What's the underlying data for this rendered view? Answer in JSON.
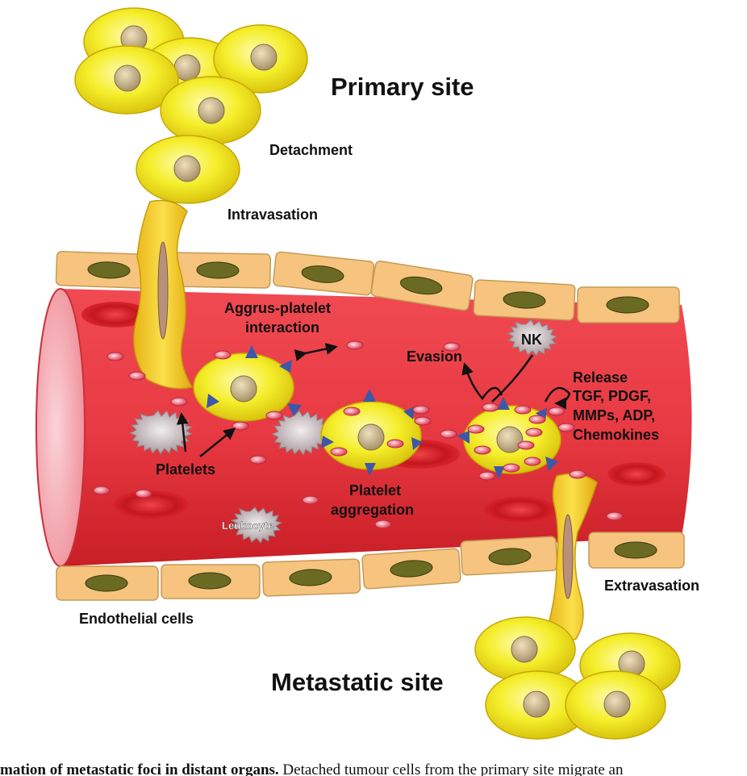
{
  "labels": {
    "primary_site": "Primary site",
    "detachment": "Detachment",
    "intravasation": "Intravasation",
    "aggrus_line1": "Aggrus-platelet",
    "aggrus_line2": "interaction",
    "nk": "NK",
    "evasion": "Evasion",
    "release_lines": [
      "Release",
      "TGF, PDGF,",
      "MMPs, ADP,",
      "Chemokines"
    ],
    "platelets": "Platelets",
    "platelet_aggregation_line1": "Platelet",
    "platelet_aggregation_line2": "aggregation",
    "leukocyte": "Leukocyte",
    "extravasation": "Extravasation",
    "endothelial_cells": "Endothelial cells",
    "metastatic_site": "Metastatic site"
  },
  "caption": {
    "bold": "mation of metastatic foci in distant organs.",
    "rest": " Detached tumour cells from the primary site migrate an"
  },
  "colors": {
    "tumour_cell": "#f3ec1e",
    "nucleus": "#c9b487",
    "vessel": "#e8343a",
    "vessel_lumen_light": "#f7a7ae",
    "red_blood_cell": "#d81e23",
    "endothelial": "#f6c47e",
    "endothelial_nucleus": "#6b6a22",
    "platelet": "#f25a6e",
    "spike": "#3d58a8",
    "leukocyte": "#b7a9ad"
  }
}
